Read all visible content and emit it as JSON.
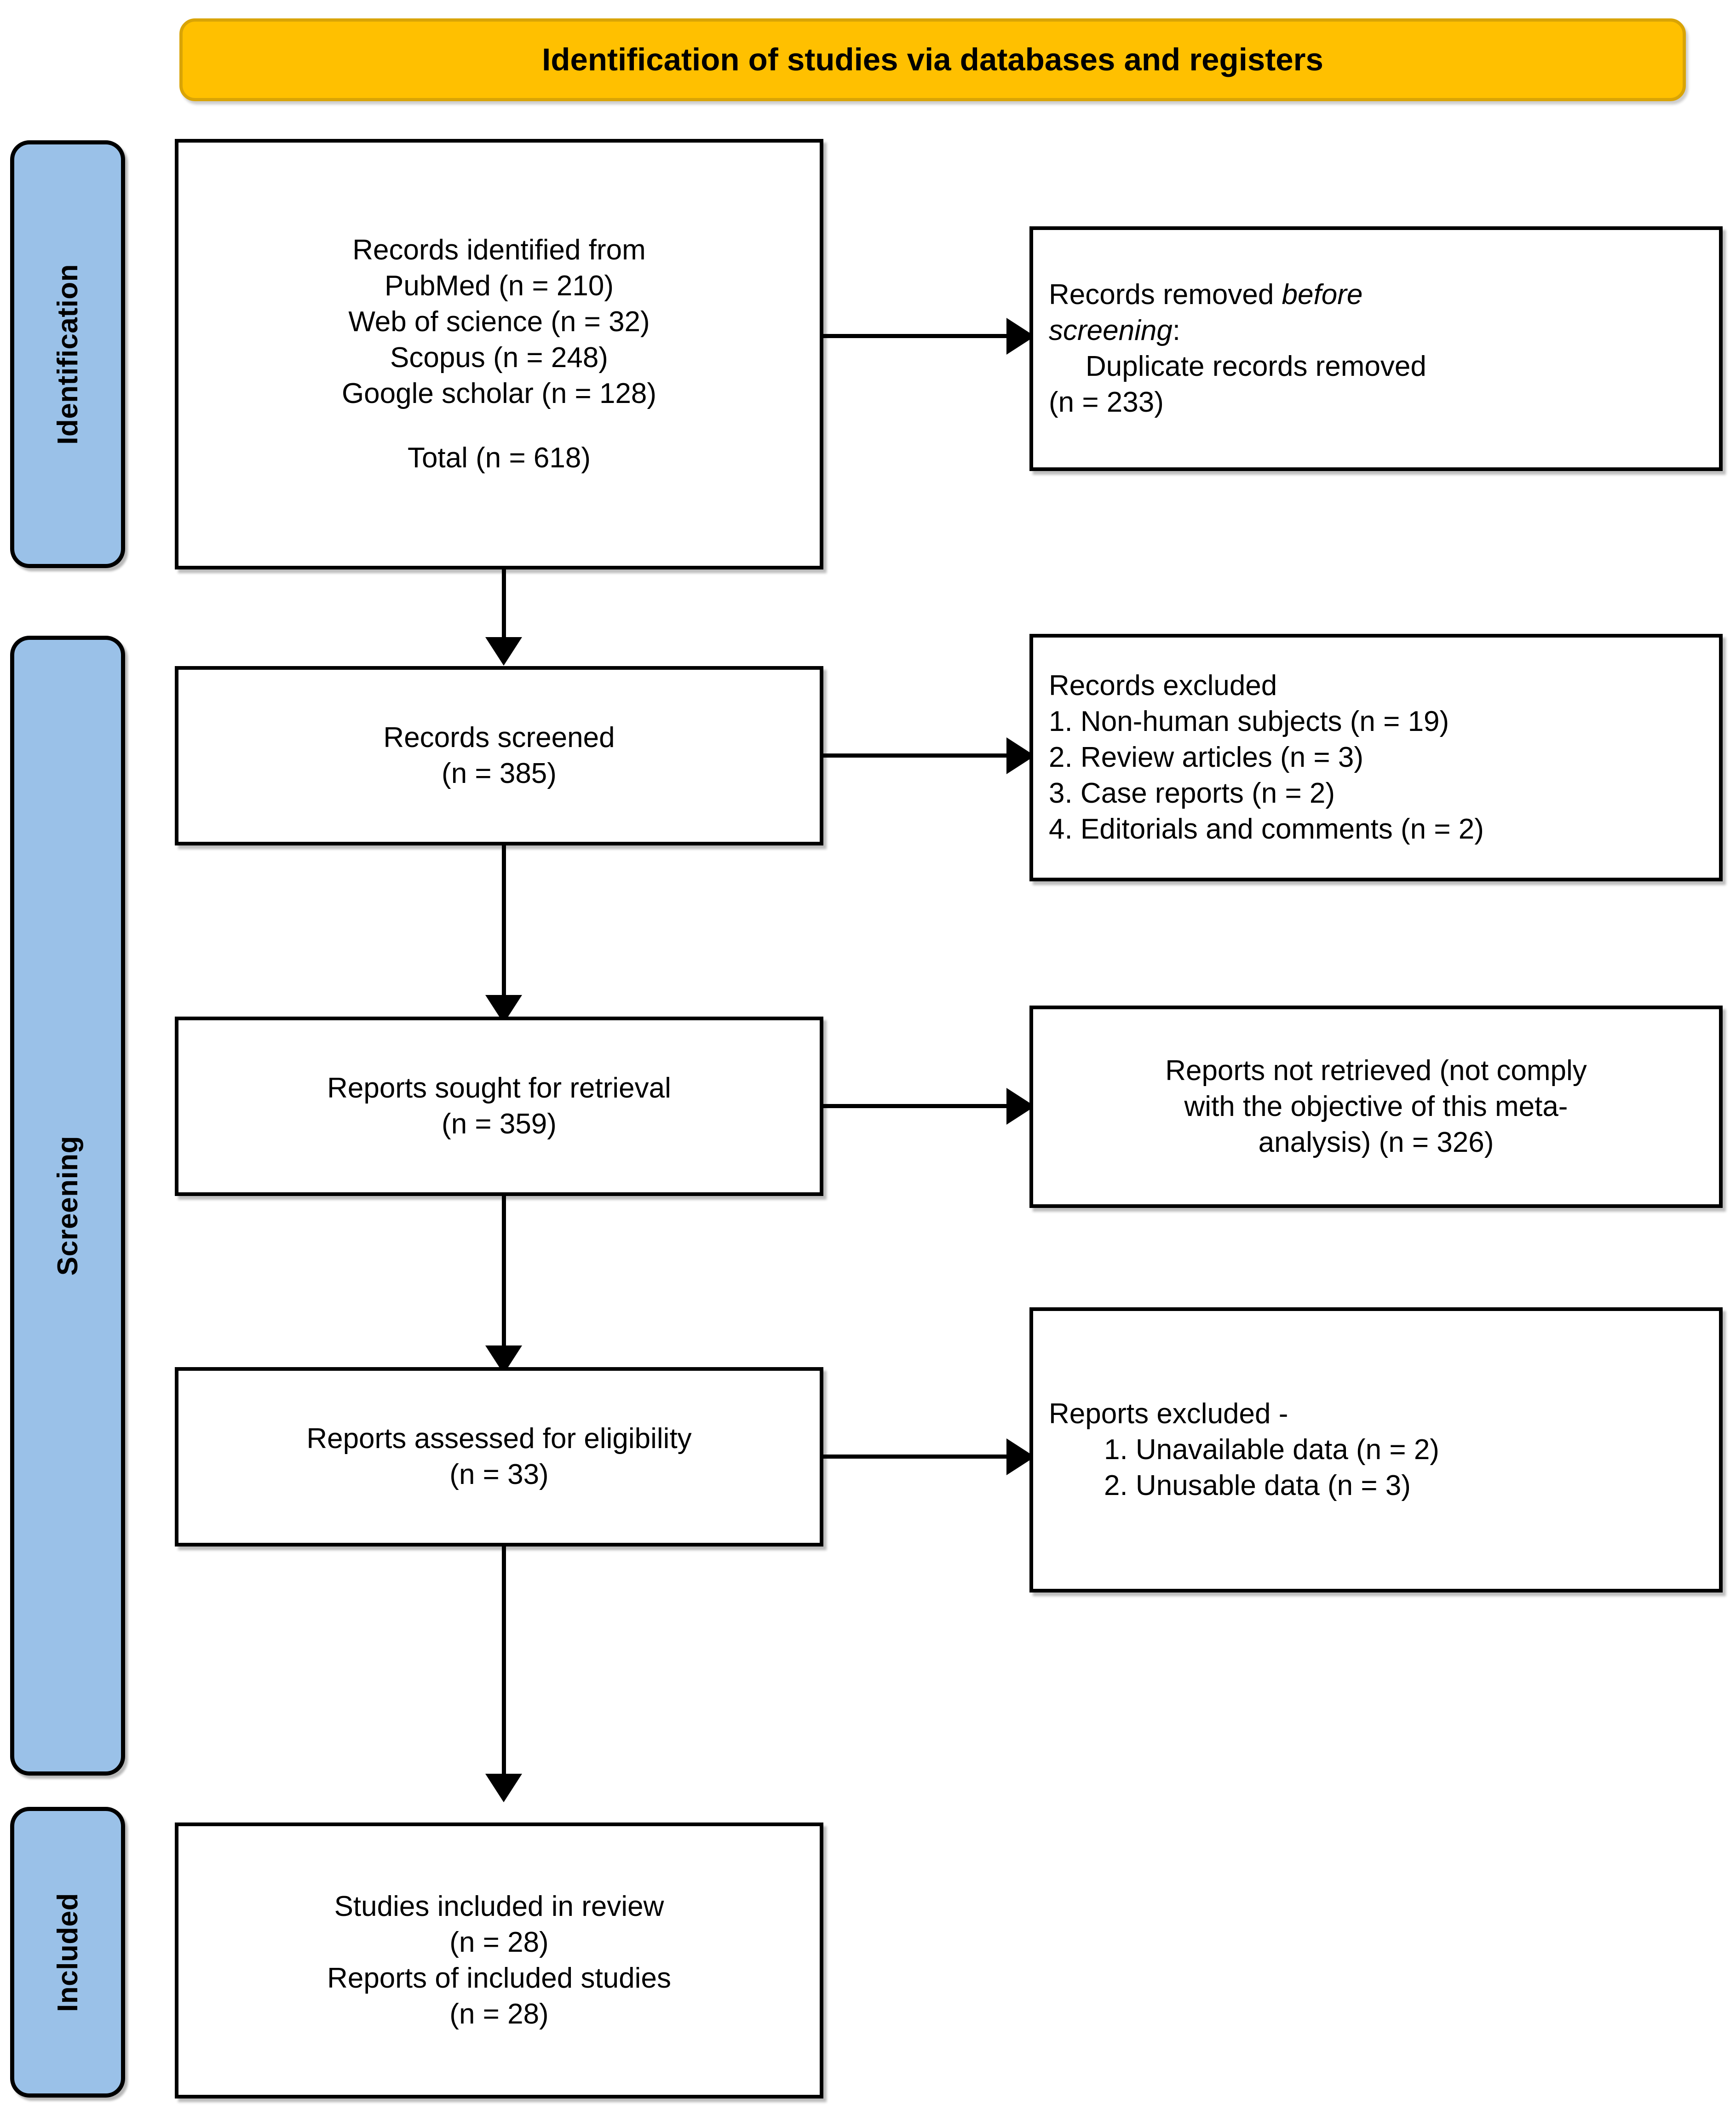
{
  "banner": {
    "title": "Identification of studies via databases and registers"
  },
  "stages": [
    {
      "label": "Identification"
    },
    {
      "label": "Screening"
    },
    {
      "label": "Included"
    }
  ],
  "boxes": {
    "identified": {
      "l1": "Records identified from",
      "l2": "PubMed (n = 210)",
      "l3": "Web of science (n = 32)",
      "l4": "Scopus (n = 248)",
      "l5": "Google scholar (n = 128)",
      "l6": "Total (n = 618)"
    },
    "removed_before_screening": {
      "l1a": "Records removed ",
      "l1b": "before",
      "l2": "screening",
      "l2b": ":",
      "l3": "Duplicate records removed",
      "l4": "(n = 233)"
    },
    "records_screened": {
      "l1": "Records screened",
      "l2": "(n = 385)"
    },
    "records_excluded": {
      "l1": "Records excluded",
      "l2": "1. Non-human subjects (n = 19)",
      "l3": "2. Review articles (n = 3)",
      "l4": "3. Case reports (n = 2)",
      "l5": "4. Editorials and comments (n = 2)"
    },
    "reports_sought": {
      "l1": "Reports sought for retrieval",
      "l2": "(n = 359)"
    },
    "reports_not_retrieved": {
      "l1": "Reports not retrieved (not comply",
      "l2": "with the objective of this meta-",
      "l3": "analysis) (n = 326)"
    },
    "reports_assessed": {
      "l1": "Reports assessed for eligibility",
      "l2": "(n = 33)"
    },
    "reports_excluded": {
      "l1": "Reports excluded -",
      "l2": "1. Unavailable data (n = 2)",
      "l3": "2. Unusable data (n = 3)"
    },
    "studies_included": {
      "l1": "Studies included in review",
      "l2": "(n = 28)",
      "l3": "Reports of included studies",
      "l4": "(n = 28)"
    }
  },
  "colors": {
    "banner_fill": "#FFC000",
    "banner_border": "#D9A406",
    "stage_fill": "#9AC1E8",
    "box_border": "#000000",
    "box_fill": "#FFFFFF"
  }
}
